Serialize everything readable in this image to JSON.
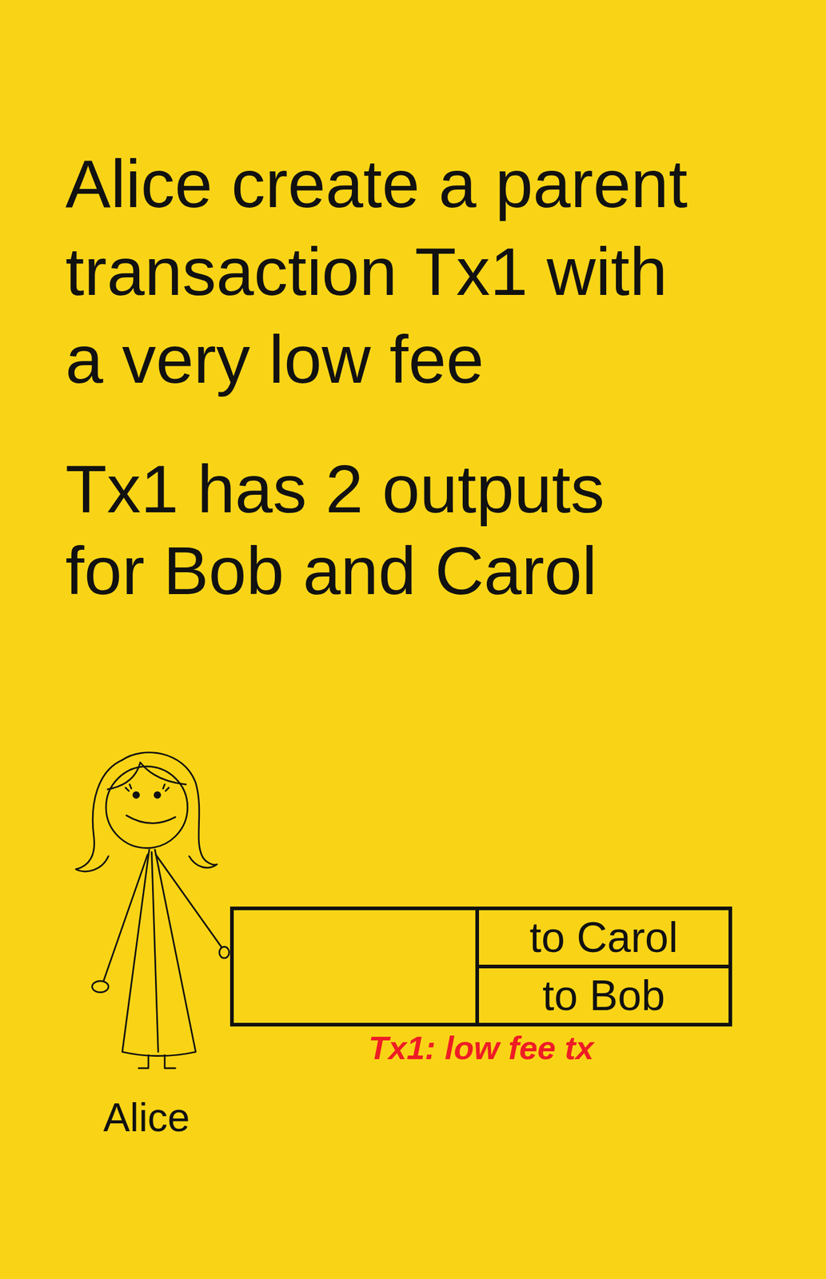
{
  "diagram": {
    "title": "Alice create a parent transaction Tx1 with a very low fee",
    "nodes": [
      {
        "text": [
          "Tx1: low fee tx"
        ]
      },
      {
        "text": [
          "to Carol"
        ],
        "in": 0
      },
      {
        "text": [
          "to Bob"
        ],
        "in": 0
      }
    ],
    "labels": [
      "Tx1 has 2 outputs for Bob and Carol",
      "Alice"
    ]
  }
}
